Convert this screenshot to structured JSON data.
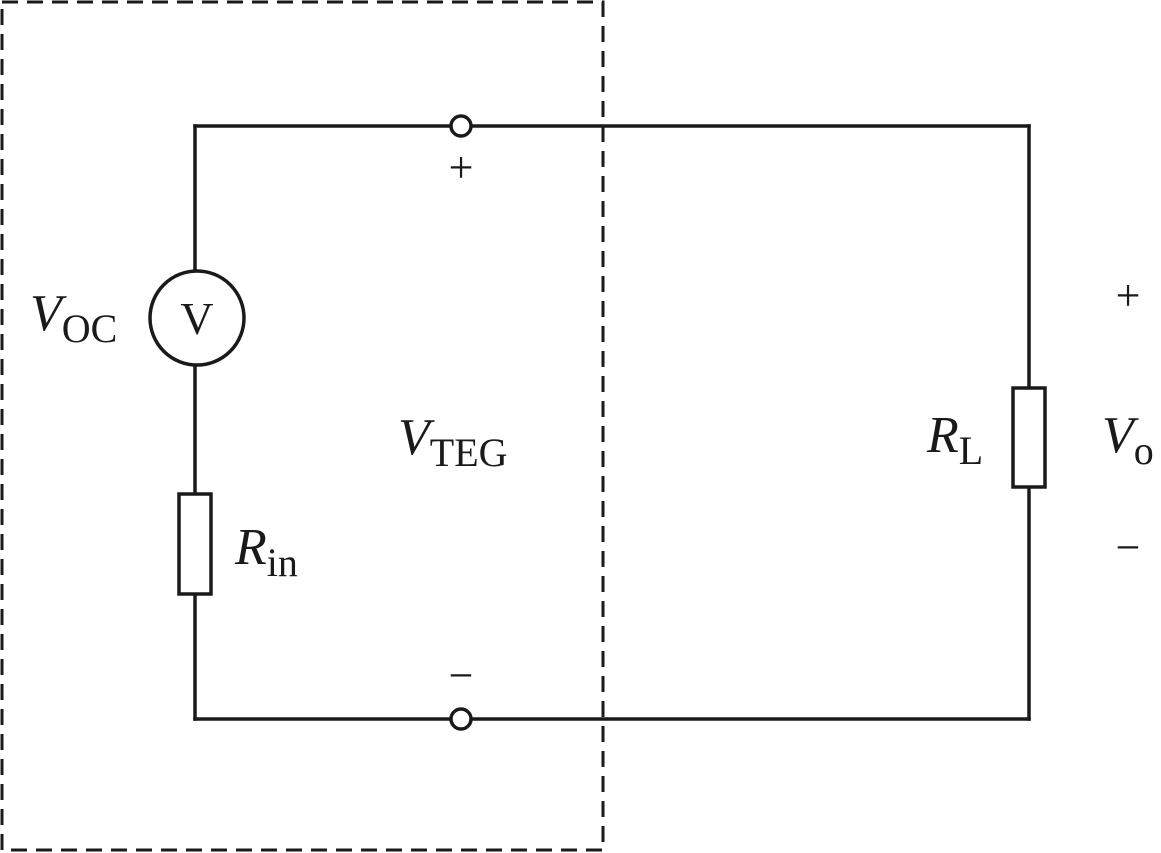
{
  "source": {
    "main": "V",
    "sub": "OC",
    "meter_symbol": "V"
  },
  "internal_resistor": {
    "main": "R",
    "sub": "in"
  },
  "teg": {
    "main": "V",
    "sub": "TEG"
  },
  "load": {
    "main": "R",
    "sub": "L"
  },
  "output": {
    "main": "V",
    "sub": "o"
  },
  "signs": {
    "terminal_plus": "+",
    "terminal_minus": "−",
    "output_plus": "+",
    "output_minus": "−"
  },
  "colors": {
    "line": "#1a1a1a",
    "background": "#ffffff"
  }
}
